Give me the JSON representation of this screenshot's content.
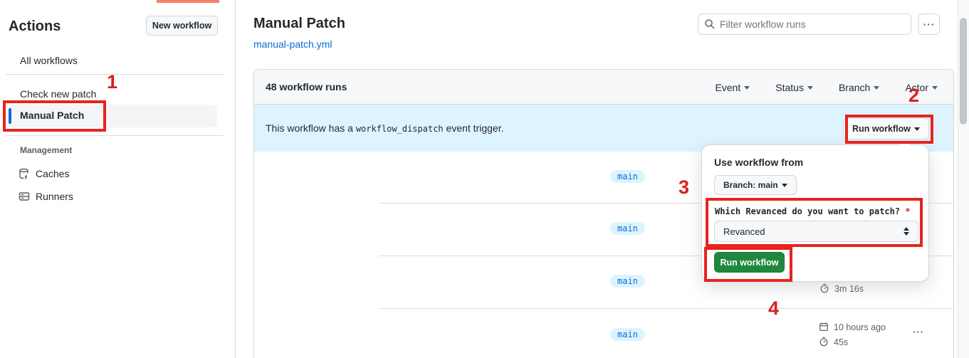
{
  "sidebar": {
    "title": "Actions",
    "new_workflow_button": "New workflow",
    "items": [
      {
        "label": "All workflows"
      },
      {
        "label": "Check new patch"
      },
      {
        "label": "Manual Patch",
        "selected": true
      }
    ],
    "management": {
      "label": "Management",
      "items": [
        {
          "label": "Caches",
          "icon": "cache-database-icon"
        },
        {
          "label": "Runners",
          "icon": "server-icon"
        }
      ]
    }
  },
  "header": {
    "title": "Manual Patch",
    "workflow_file": "manual-patch.yml"
  },
  "toolbar": {
    "filter_placeholder": "Filter workflow runs",
    "more_button": "···"
  },
  "runs_panel": {
    "count_label": "48 workflow runs",
    "filters": [
      {
        "label": "Event"
      },
      {
        "label": "Status"
      },
      {
        "label": "Branch"
      },
      {
        "label": "Actor"
      }
    ],
    "banner": {
      "text_before": "This workflow has a",
      "code": "workflow_dispatch",
      "text_after": "event trigger.",
      "run_workflow_label": "Run workflow"
    },
    "rows": [
      {
        "branch": "main"
      },
      {
        "branch": "main"
      },
      {
        "branch": "main",
        "duration": "3m 16s"
      },
      {
        "branch": "main",
        "date": "10 hours ago",
        "duration": "45s",
        "kebab": "···"
      }
    ]
  },
  "popup": {
    "heading": "Use workflow from",
    "branch_button": "Branch: main",
    "input_label": "Which Revanced do you want to patch?",
    "required_mark": "*",
    "select_value": "Revanced",
    "run_button": "Run workflow"
  },
  "annotations": {
    "step1": "1",
    "step2": "2",
    "step3": "3",
    "step4": "4"
  },
  "colors": {
    "annotation_red": "#e8231f",
    "accent_blue": "#0969da",
    "banner_blue": "#ddf4ff",
    "badge_blue_bg": "#ddf4ff",
    "button_green": "#1f883d",
    "coral_bar": "#f78166",
    "text_primary": "#24292f",
    "text_secondary": "#57606a"
  }
}
